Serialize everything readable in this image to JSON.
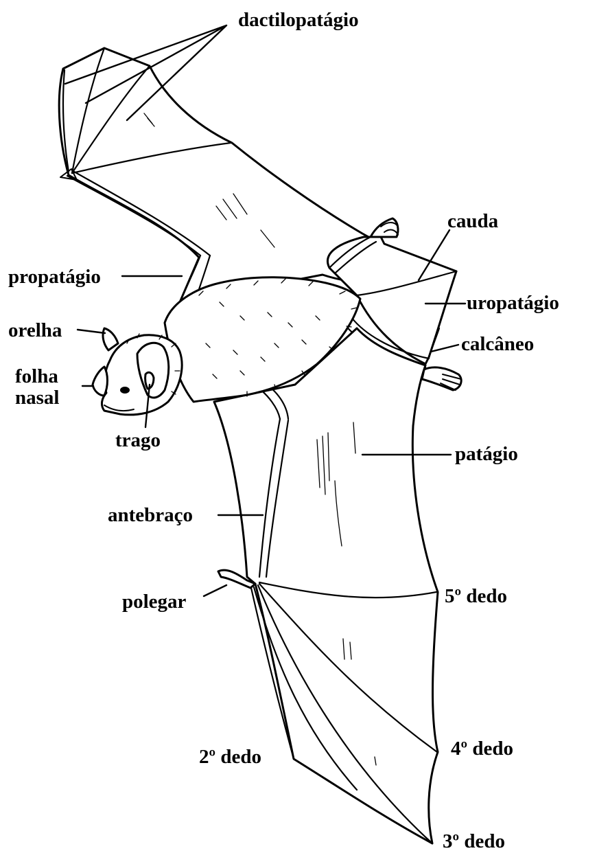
{
  "diagram": {
    "subject": "bat-anatomy",
    "colors": {
      "ink": "#000000",
      "paper": "#ffffff"
    },
    "labels": {
      "dactilopatagio": "dactilopatágio",
      "cauda": "cauda",
      "propatagio": "propatágio",
      "uropatagio": "uropatágio",
      "orelha": "orelha",
      "calcaneo": "calcâneo",
      "folha": "folha",
      "nasal": "nasal",
      "trago": "trago",
      "patagio": "patágio",
      "antebraco": "antebraço",
      "dedo5": "5º dedo",
      "polegar": "polegar",
      "dedo2": "2º dedo",
      "dedo4": "4º dedo",
      "dedo3": "3º dedo"
    }
  }
}
